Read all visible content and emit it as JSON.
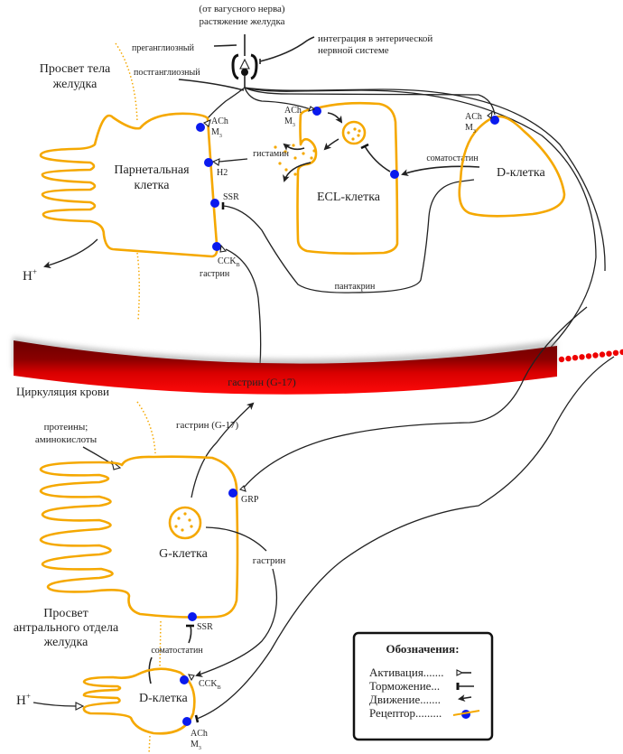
{
  "title": "Регуляция секреции соляной кислоты в желудке",
  "colors": {
    "cell_membrane": "#f5a800",
    "receptor": "#0a1aee",
    "blood_vessel": "#e00000",
    "lines": "#222222"
  },
  "top": {
    "vagus_line1": "(от вагусного нерва)",
    "vagus_line2": "растяжение желудка",
    "preganglionic": "преганглиозный",
    "postganglionic": "постганглиозный",
    "enteric_line1": "интеграция в энтерической",
    "enteric_line2": "нервной системе"
  },
  "lumen_body": {
    "line1": "Просвет тела",
    "line2": "желудка"
  },
  "parietal_cell": {
    "name_line1": "Парнетальная",
    "name_line2": "клетка",
    "receptors": {
      "ach": "ACh",
      "m3": "M",
      "m3_sub": "3",
      "h2": "H2",
      "ssr": "SSR",
      "cck": "CCK",
      "cck_sub": "B"
    },
    "gastrin_label": "гастрин",
    "h_plus": "H",
    "h_plus_sup": "+"
  },
  "ecl_cell": {
    "name": "ECL-клетка",
    "ach": "ACh",
    "m3": "M",
    "m3_sub": "3",
    "histamine": "гистамин"
  },
  "d_cell_top": {
    "name": "D-клетка",
    "ach": "ACh",
    "m3": "M",
    "m3_sub": "3",
    "somatostatin": "соматостатин",
    "pantacrine": "пантакрин"
  },
  "blood": {
    "label": "Циркуляция крови",
    "gastrin_in_blood": "гастрин (G-17)"
  },
  "g_cell": {
    "name": "G-клетка",
    "proteins_line1": "протеины;",
    "proteins_line2": "аминокислоты",
    "gastrin_g17": "гастрин (G-17)",
    "grp": "GRP",
    "gastrin": "гастрин",
    "ssr": "SSR"
  },
  "lumen_antrum": {
    "line1": "Просвет",
    "line2": "антрального отдела",
    "line3": "желудка"
  },
  "d_cell_bottom": {
    "name": "D-клетка",
    "somatostatin": "соматостатин",
    "cck": "CCK",
    "cck_sub": "B",
    "ach": "ACh",
    "m3": "M",
    "m3_sub": "3",
    "h_plus": "H",
    "h_plus_sup": "+"
  },
  "legend": {
    "title": "Обозначения:",
    "items": [
      {
        "label": "Активация.......",
        "symbol": "activation"
      },
      {
        "label": "Торможение...",
        "symbol": "inhibition"
      },
      {
        "label": "Движение.......",
        "symbol": "movement"
      },
      {
        "label": "Рецептор.........",
        "symbol": "receptor"
      }
    ]
  }
}
